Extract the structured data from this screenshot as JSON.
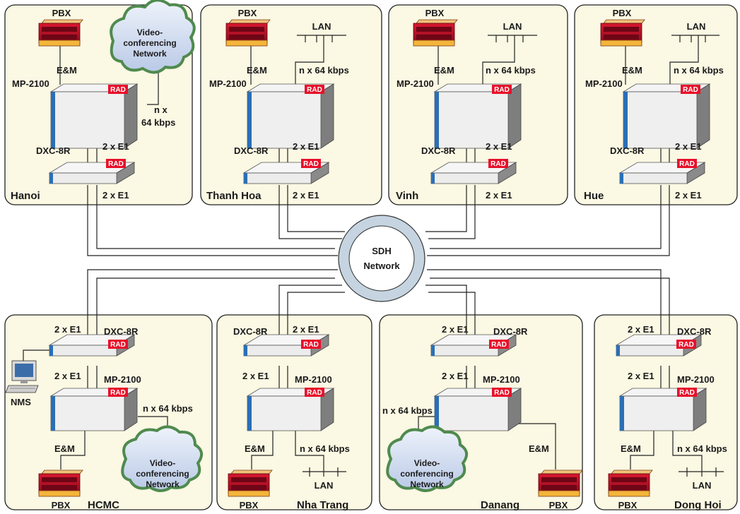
{
  "network": {
    "line1": "SDH",
    "line2": "Network"
  },
  "brand": "RAD",
  "cloud": {
    "line1": "Video-",
    "line2": "conferencing",
    "line3": "Network"
  },
  "top_sites": [
    {
      "name": "Hanoi",
      "pbx": "PBX",
      "em": "E&M",
      "mp": "MP-2100",
      "dxc": "DXC-8R",
      "link_mid": "2 x E1",
      "link_bottom": "2 x E1",
      "data_label": "n x",
      "data_label2": "64 kbps"
    },
    {
      "name": "Thanh Hoa",
      "pbx": "PBX",
      "lan": "LAN",
      "em": "E&M",
      "mp": "MP-2100",
      "dxc": "DXC-8R",
      "link_mid": "2 x E1",
      "link_bottom": "2 x E1",
      "data_label": "n x 64 kbps"
    },
    {
      "name": "Vinh",
      "pbx": "PBX",
      "lan": "LAN",
      "em": "E&M",
      "mp": "MP-2100",
      "dxc": "DXC-8R",
      "link_mid": "2 x E1",
      "link_bottom": "2 x E1",
      "data_label": "n x 64 kbps"
    },
    {
      "name": "Hue",
      "pbx": "PBX",
      "lan": "LAN",
      "em": "E&M",
      "mp": "MP-2100",
      "dxc": "DXC-8R",
      "link_mid": "2 x E1",
      "link_bottom": "2 x E1",
      "data_label": "n x 64 kbps"
    }
  ],
  "bottom_sites": [
    {
      "name": "HCMC",
      "pbx": "PBX",
      "nms": "NMS",
      "em": "E&M",
      "mp": "MP-2100",
      "dxc": "DXC-8R",
      "link_top": "2 x E1",
      "link_mid": "2 x E1",
      "data_label": "n x 64 kbps"
    },
    {
      "name": "Nha Trang",
      "pbx": "PBX",
      "lan": "LAN",
      "em": "E&M",
      "mp": "MP-2100",
      "dxc": "DXC-8R",
      "link_top": "2 x E1",
      "link_mid": "2 x E1",
      "data_label": "n x 64 kbps"
    },
    {
      "name": "Danang",
      "pbx": "PBX",
      "em": "E&M",
      "mp": "MP-2100",
      "dxc": "DXC-8R",
      "link_top": "2 x E1",
      "link_mid": "2 x E1",
      "data_label": "n x 64 kbps"
    },
    {
      "name": "Dong Hoi",
      "pbx": "PBX",
      "lan": "LAN",
      "em": "E&M",
      "mp": "MP-2100",
      "dxc": "DXC-8R",
      "link_top": "2 x E1",
      "link_mid": "2 x E1",
      "data_label": "n x 64 kbps"
    }
  ],
  "colors": {
    "panel": "#fbf8e3",
    "rad": "#e8102a",
    "device": "#eeeeee",
    "accent_blue": "#2a6fb6",
    "ring": "#c5d4e0",
    "pbx": "#c0102a",
    "cloud": "#5b9a5a"
  }
}
